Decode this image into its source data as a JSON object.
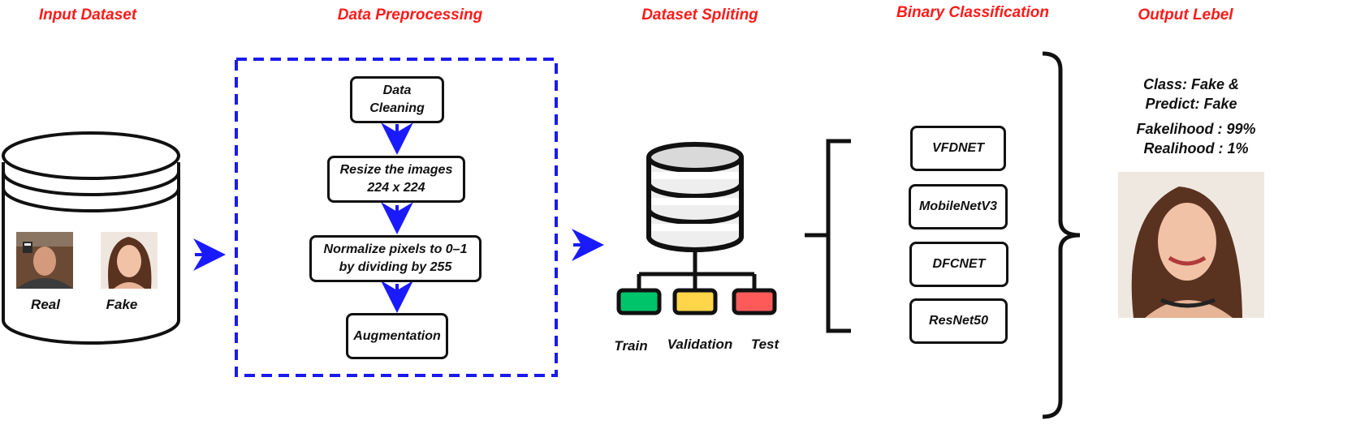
{
  "headers": {
    "input": "Input Dataset",
    "preprocessing": "Data Preprocessing",
    "splitting": "Dataset Spliting",
    "classification": "Binary Classification",
    "output": "Output Lebel"
  },
  "input_dataset": {
    "samples": [
      {
        "label": "Real"
      },
      {
        "label": "Fake"
      }
    ]
  },
  "preprocessing": {
    "steps": [
      {
        "line1": "Data",
        "line2": "Cleaning"
      },
      {
        "line1": "Resize the images",
        "line2": "224 x 224"
      },
      {
        "line1": "Normalize pixels to 0–1",
        "line2": "by dividing by 255"
      },
      {
        "line1": "Augmentation",
        "line2": ""
      }
    ]
  },
  "splitting": {
    "splits": [
      "Train",
      "Validation",
      "Test"
    ],
    "split_colors": [
      "#00c46a",
      "#ffd54a",
      "#ff5a5a"
    ]
  },
  "classification": {
    "models": [
      "VFDNET",
      "MobileNetV3",
      "DFCNET",
      "ResNet50"
    ]
  },
  "output": {
    "class_line1": "Class: Fake &",
    "class_line2": "Predict: Fake",
    "fakelihood": "Fakelihood : 99%",
    "realihood": "Realihood : 1%"
  },
  "colors": {
    "header": "#ff1a1a",
    "arrow": "#1a1aff",
    "dashed_border": "#1a1aee"
  }
}
